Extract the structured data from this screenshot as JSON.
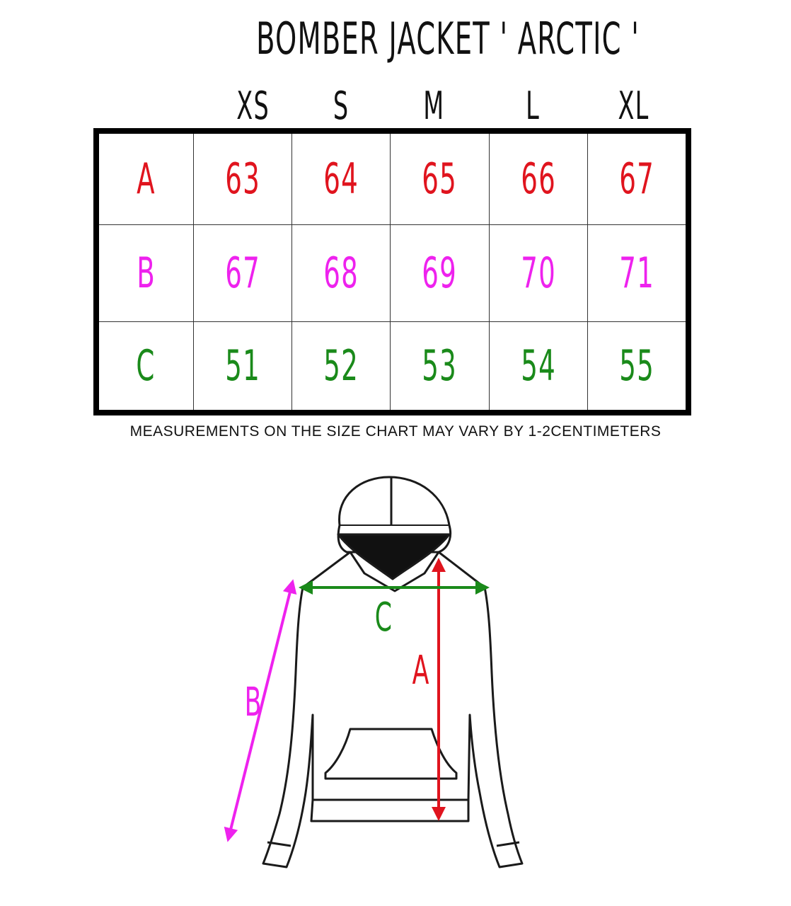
{
  "title": "BOMBER JACKET ' ARCTIC '",
  "sizes": [
    "XS",
    "S",
    "M",
    "L",
    "XL"
  ],
  "rows": [
    {
      "label": "A",
      "color": "#e0141e",
      "values": [
        "63",
        "64",
        "65",
        "66",
        "67"
      ]
    },
    {
      "label": "B",
      "color": "#ee22ee",
      "values": [
        "67",
        "68",
        "69",
        "70",
        "71"
      ]
    },
    {
      "label": "C",
      "color": "#1a8a1a",
      "values": [
        "51",
        "52",
        "53",
        "54",
        "55"
      ]
    }
  ],
  "note": "MEASUREMENTS ON THE SIZE CHART MAY VARY BY 1-2CENTIMETERS",
  "diagram": {
    "label_a": "A",
    "label_b": "B",
    "label_c": "C",
    "icon": "hoodie-icon"
  }
}
